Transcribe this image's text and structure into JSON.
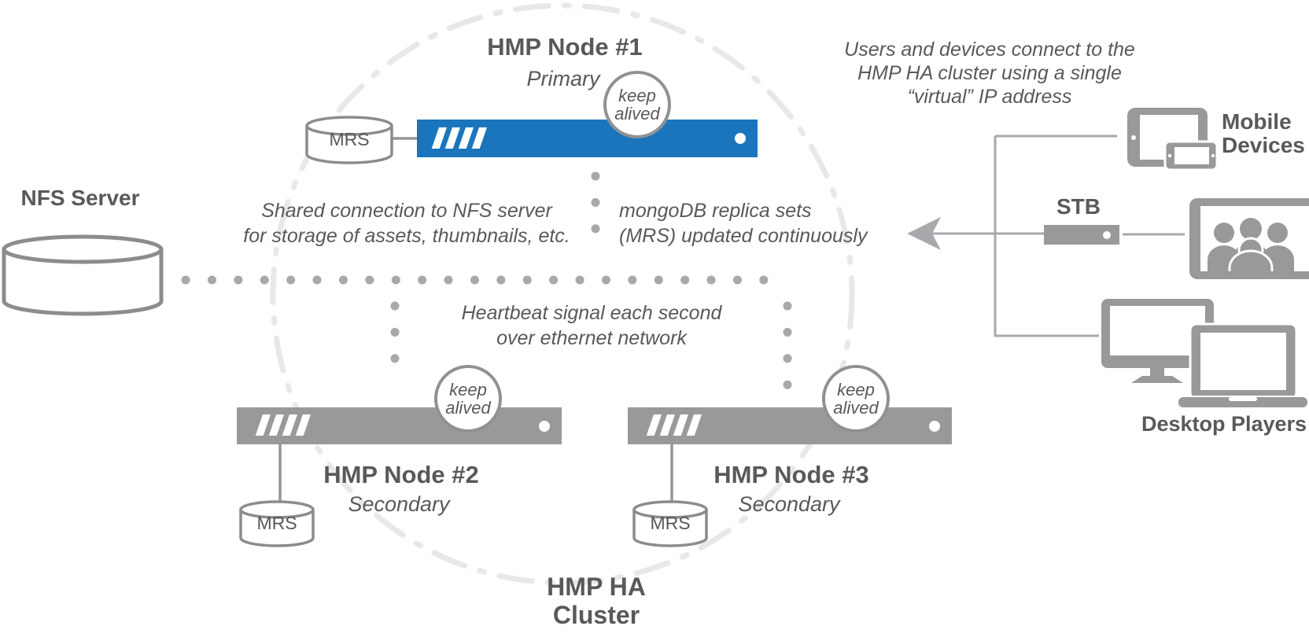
{
  "colors": {
    "primary_blue": "#1b75bc",
    "shape_gray": "#97999b",
    "text_gray": "#58595b",
    "dot_gray": "#a7a9ac",
    "circle_stroke_gray": "#8f9193",
    "dashed_ring_gray": "#e7e8e9"
  },
  "icons": {
    "nfs": "database-cylinder-icon",
    "mrs": "database-cylinder-icon",
    "node": "rack-server-bar-icon",
    "mobile": "tablet-and-phone-icon",
    "stb": "set-top-box-icon",
    "tv": "tv-with-audience-icon",
    "desktop": "monitor-and-laptop-icon",
    "arrow": "left-arrow-icon"
  },
  "cluster": {
    "label_line1": "HMP HA",
    "label_line2": "Cluster",
    "nodes": [
      {
        "title": "HMP Node #1",
        "role": "Primary",
        "keepalive_line1": "keep",
        "keepalive_line2": "alived",
        "mrs_label": "MRS"
      },
      {
        "title": "HMP Node #2",
        "role": "Secondary",
        "keepalive_line1": "keep",
        "keepalive_line2": "alived",
        "mrs_label": "MRS"
      },
      {
        "title": "HMP Node #3",
        "role": "Secondary",
        "keepalive_line1": "keep",
        "keepalive_line2": "alived",
        "mrs_label": "MRS"
      }
    ]
  },
  "nfs": {
    "label": "NFS Server"
  },
  "notes": {
    "shared_line1": "Shared connection to NFS server",
    "shared_line2": "for storage of assets, thumbnails, etc.",
    "mongo_line1": "mongoDB replica sets",
    "mongo_line2": "(MRS) updated continuously",
    "heartbeat_line1": "Heartbeat signal each second",
    "heartbeat_line2": "over ethernet network",
    "users_line1": "Users and devices connect to the",
    "users_line2": "HMP HA cluster using a single",
    "users_line3": "“virtual” IP address"
  },
  "devices": {
    "mobile_line1": "Mobile",
    "mobile_line2": "Devices",
    "stb_label": "STB",
    "desktop_label": "Desktop Players"
  }
}
